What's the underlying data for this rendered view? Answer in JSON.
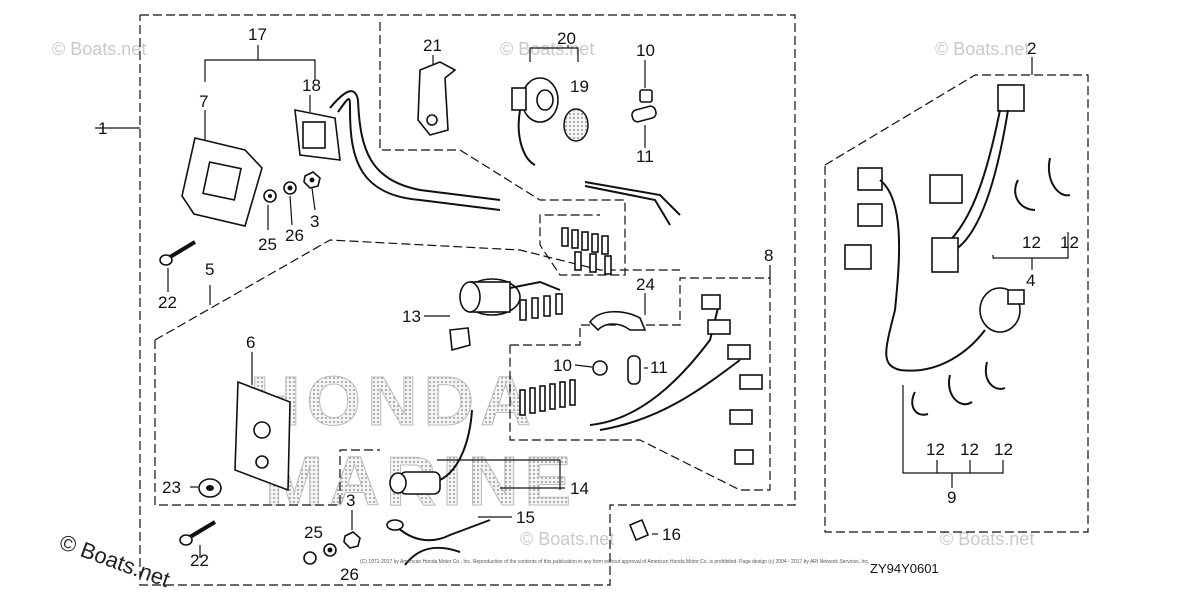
{
  "watermarks": {
    "small": "© Boats.net",
    "large": "© Boats.net"
  },
  "brand": {
    "line1": "HONDA",
    "line2": "MARINE"
  },
  "diagram_ref": "ZY94Y0601",
  "copyright_note": "(C) 1971-2017 by American Honda Motor Co., Inc. Reproduction of the contents of this publication in any form without approval of American Honda Motor Co. is prohibited. Page design (c) 2004 - 2017 by ARI Network Services, Inc.",
  "callouts": {
    "c1": "1",
    "c2": "2",
    "c3a": "3",
    "c3b": "3",
    "c4": "4",
    "c5": "5",
    "c6": "6",
    "c7": "7",
    "c8": "8",
    "c9": "9",
    "c10a": "10",
    "c10b": "10",
    "c11a": "11",
    "c11b": "11",
    "c12a": "12",
    "c12b": "12",
    "c12c": "12",
    "c12d": "12",
    "c12e": "12",
    "c13": "13",
    "c14": "14",
    "c15": "15",
    "c16": "16",
    "c17": "17",
    "c18": "18",
    "c19": "19",
    "c20": "20",
    "c21": "21",
    "c22a": "22",
    "c22b": "22",
    "c23": "23",
    "c24": "24",
    "c25a": "25",
    "c25b": "25",
    "c26a": "26",
    "c26b": "26"
  }
}
